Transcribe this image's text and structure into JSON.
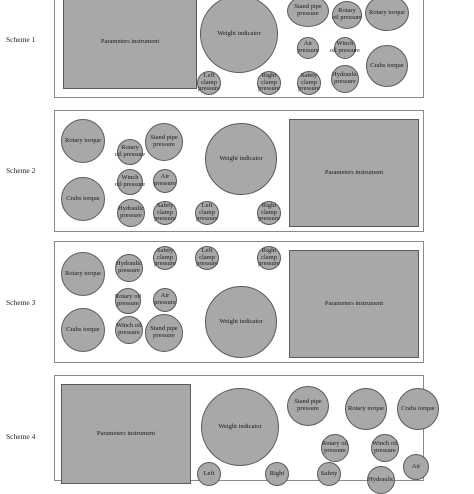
{
  "schemes": [
    {
      "label": "Scheme 1",
      "components": {
        "parameters_instrument": "Parameters instrument",
        "weight_indicator": "Weight indicator",
        "stand_pipe_pressure": "Stand pipe\npressure",
        "rotary_oil_pressure": "Rotary\noil pressure",
        "rotary_torque": "Rotary torque",
        "air_pressure": "Air\npressure",
        "winch_oil_pressure": "Winch\noil pressure",
        "crabs_torque": "Crabs torque",
        "left_clamp_pressure": "Left\nclamp\npressure",
        "right_clamp_pressure": "Right\nclamp\npressure",
        "safety_clamp_pressure": "Safety\nclamp\npressure",
        "hydraulic_pressure": "Hydraulic\npressure"
      }
    },
    {
      "label": "Scheme 2",
      "components": {
        "rotary_torque": "Rotary torque",
        "rotary_oil_pressure": "Rotary\noil pressure",
        "stand_pipe_pressure": "Stand pipe\npressure",
        "weight_indicator": "Weight indicator",
        "parameters_instrument": "Parameters instrument",
        "crabs_torque": "Crabs torque",
        "winch_oil_pressure": "Winch\noil pressure",
        "air_pressure": "Air\npressure",
        "hydraulic_pressure": "Hydraulic\npressure",
        "safety_clamp_pressure": "Safety\nclamp\npressure",
        "left_clamp_pressure": "Left\nclamp\npressure",
        "right_clamp_pressure": "Right\nclamp\npressure"
      }
    },
    {
      "label": "Scheme 3",
      "components": {
        "rotary_torque": "Rotary torque",
        "hydraulic_pressure": "Hydraulic\npressure",
        "safety_clamp_pressure": "Safety\nclamp\npressure",
        "left_clamp_pressure": "Left\nclamp\npressure",
        "right_clamp_pressure": "Right\nclamp\npressure",
        "parameters_instrument": "Parameters instrument",
        "rotary_oil_pressure": "Rotary oil\npressure",
        "air_pressure": "Air\npressure",
        "weight_indicator": "Weight indicator",
        "crabs_torque": "Crabs torque",
        "winch_oil_pressure": "Winch oil\npressure",
        "stand_pipe_pressure": "Stand pipe\npressure"
      }
    },
    {
      "label": "Scheme 4",
      "components": {
        "parameters_instrument": "Parameters instrument",
        "weight_indicator": "Weight indicator",
        "stand_pipe_pressure": "Stand pipe\npressure",
        "rotary_torque": "Rotary torque",
        "crabs_torque": "Crabs torque",
        "rotary_oil_pressure": "Rotary oil\npressure",
        "winch_oil_pressure": "Winch oil\npressure",
        "left_clamp_pressure": "Left",
        "right_clamp_pressure": "Right",
        "safety_clamp_pressure": "Safety",
        "air_pressure": "Air",
        "hydraulic_pressure": "Hydraulic"
      }
    }
  ]
}
